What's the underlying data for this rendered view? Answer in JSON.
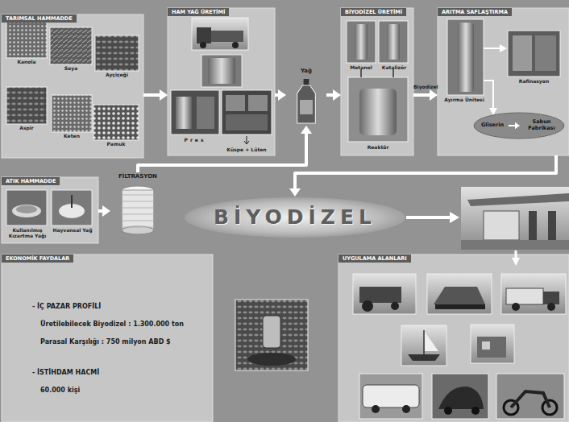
{
  "diagram": {
    "nodes": [
      {
        "text": [
          "TARIMSAL HAMMADDE"
        ]
      },
      {
        "text": [
          "HAM YAĞ ÜRETİMİ"
        ]
      },
      {
        "text": [
          "Yağ"
        ]
      },
      {
        "text": [
          "BİYODİZEL ÜRETİMİ"
        ]
      },
      {
        "text": [
          "ARITMA SAFLAŞTIRMA"
        ]
      },
      {
        "text": [
          "Gliserin"
        ],
        "in": 4
      },
      {
        "text": [
          "Sabun Fabrikası"
        ],
        "in": 4
      },
      {
        "text": [
          "ATIK HAMMADDE"
        ]
      },
      {
        "text": [
          "FİLTRASYON"
        ]
      },
      {
        "text": [
          "BİYODİZEL"
        ]
      },
      {
        "text": [
          "EKONOMİK FAYDALAR",
          "- İÇ PAZAR PROFİLİ",
          "Üretilebilecek Biyodizel : 1.300.000 ton",
          "Parasal Karşılığı : 750 milyon ABD $",
          "- İSTİHDAM HACMİ",
          "60.000 kişi"
        ]
      },
      {
        "text": [
          "UYGULAMA ALANLARI"
        ]
      }
    ],
    "edges": [
      {
        "from": 0,
        "to": 1,
        "arrow": "to"
      },
      {
        "from": 1,
        "to": 2,
        "arrow": "to"
      },
      {
        "from": 2,
        "to": 3,
        "arrow": "to"
      },
      {
        "from": 3,
        "to": 4,
        "label": "Biyodizel",
        "arrow": "to"
      },
      {
        "from": 5,
        "to": 6,
        "arrow": "to"
      },
      {
        "from": 4,
        "to": 9,
        "arrow": "to"
      },
      {
        "from": 7,
        "to": 8,
        "arrow": "to"
      },
      {
        "from": 8,
        "to": 2,
        "arrow": "to"
      }
    ],
    "labels": [
      "Kanola",
      "Soya",
      "Ayçiçeği",
      "Aspir",
      "Keten",
      "Pamuk",
      "Pres",
      "Küspe + Lüten",
      "Metanol",
      "Katalizör",
      "Reaktör",
      "Ayırma Ünitesi",
      "Rafinasyon",
      "Kullanılmış Kızartma Yağı",
      "Hayvansal Yağ"
    ]
  }
}
